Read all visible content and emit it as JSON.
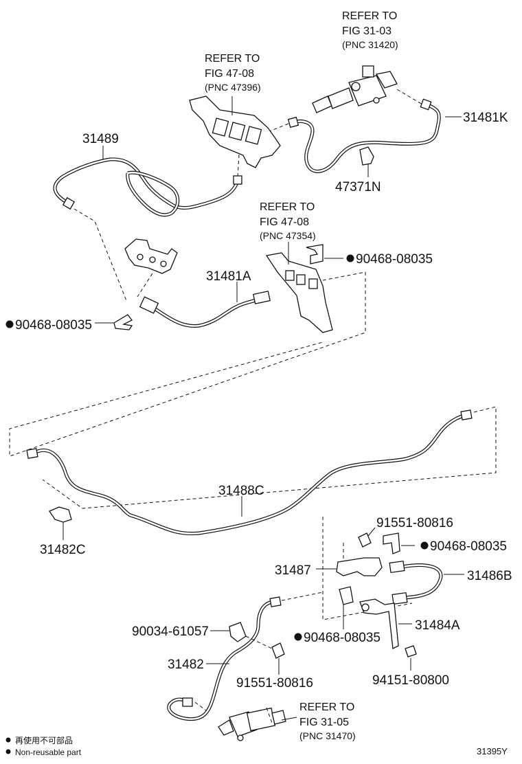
{
  "references": [
    {
      "line1": "REFER TO",
      "line2": "FIG 31-03",
      "pnc": "(PNC 31420)"
    },
    {
      "line1": "REFER TO",
      "line2": "FIG 47-08",
      "pnc": "(PNC 47396)"
    },
    {
      "line1": "REFER TO",
      "line2": "FIG 47-08",
      "pnc": "(PNC 47354)"
    },
    {
      "line1": "REFER TO",
      "line2": "FIG 31-05",
      "pnc": "(PNC 31470)"
    }
  ],
  "parts": {
    "p31481K": "31481K",
    "p31489": "31489",
    "p47371N": "47371N",
    "p31481A": "31481A",
    "p90468_a": "90468-08035",
    "p90468_b": "90468-08035",
    "p31488C": "31488C",
    "p31482C": "31482C",
    "p91551_a": "91551-80816",
    "p90468_c": "90468-08035",
    "p31487": "31487",
    "p31486B": "31486B",
    "p31484A": "31484A",
    "p90468_d": "90468-08035",
    "p90034": "90034-61057",
    "p31482": "31482",
    "p91551_b": "91551-80816",
    "p94151": "94151-80800"
  },
  "legend": {
    "line1": "再使用不可部品",
    "line2": "Non-reusable part"
  },
  "figure_id": "31395Y"
}
